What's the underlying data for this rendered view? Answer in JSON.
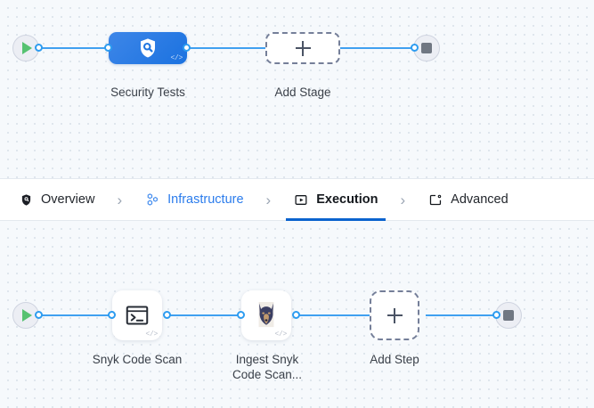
{
  "canvas": {
    "grid": true,
    "background_color": "#f6f9fc",
    "edge_color": "#40a0f0"
  },
  "stage_row": {
    "start_node": {
      "icon": "play-icon",
      "label": "Start"
    },
    "end_node": {
      "icon": "stop-icon",
      "label": "End"
    },
    "stages": [
      {
        "name": "Security Tests",
        "caption": "Security Tests",
        "icon": "shield-search-icon",
        "badge": "</>",
        "selected": true,
        "color": "#2176e0"
      }
    ],
    "add_node": {
      "caption": "Add Stage",
      "icon": "plus-icon"
    }
  },
  "tabs": {
    "items": [
      {
        "label": "Overview",
        "icon": "shield-icon",
        "state": "default"
      },
      {
        "label": "Infrastructure",
        "icon": "hexagon-cluster-icon",
        "state": "accent"
      },
      {
        "label": "Execution",
        "icon": "execution-play-icon",
        "state": "active"
      },
      {
        "label": "Advanced",
        "icon": "window-gear-icon",
        "state": "default"
      }
    ],
    "separator": "›",
    "accent_color": "#2b7cec",
    "active_underline_color": "#0b63ce"
  },
  "step_row": {
    "start_node": {
      "icon": "play-icon",
      "label": "Start"
    },
    "end_node": {
      "icon": "stop-icon",
      "label": "End"
    },
    "steps": [
      {
        "name": "Snyk Code Scan",
        "caption": "Snyk Code Scan",
        "icon": "terminal-icon",
        "badge": "</>"
      },
      {
        "name": "Ingest Snyk Code Scan",
        "caption": "Ingest Snyk\nCode Scan...",
        "icon": "doberman-dog-icon",
        "badge": "</>"
      }
    ],
    "add_node": {
      "caption": "Add Step",
      "icon": "plus-icon"
    }
  }
}
